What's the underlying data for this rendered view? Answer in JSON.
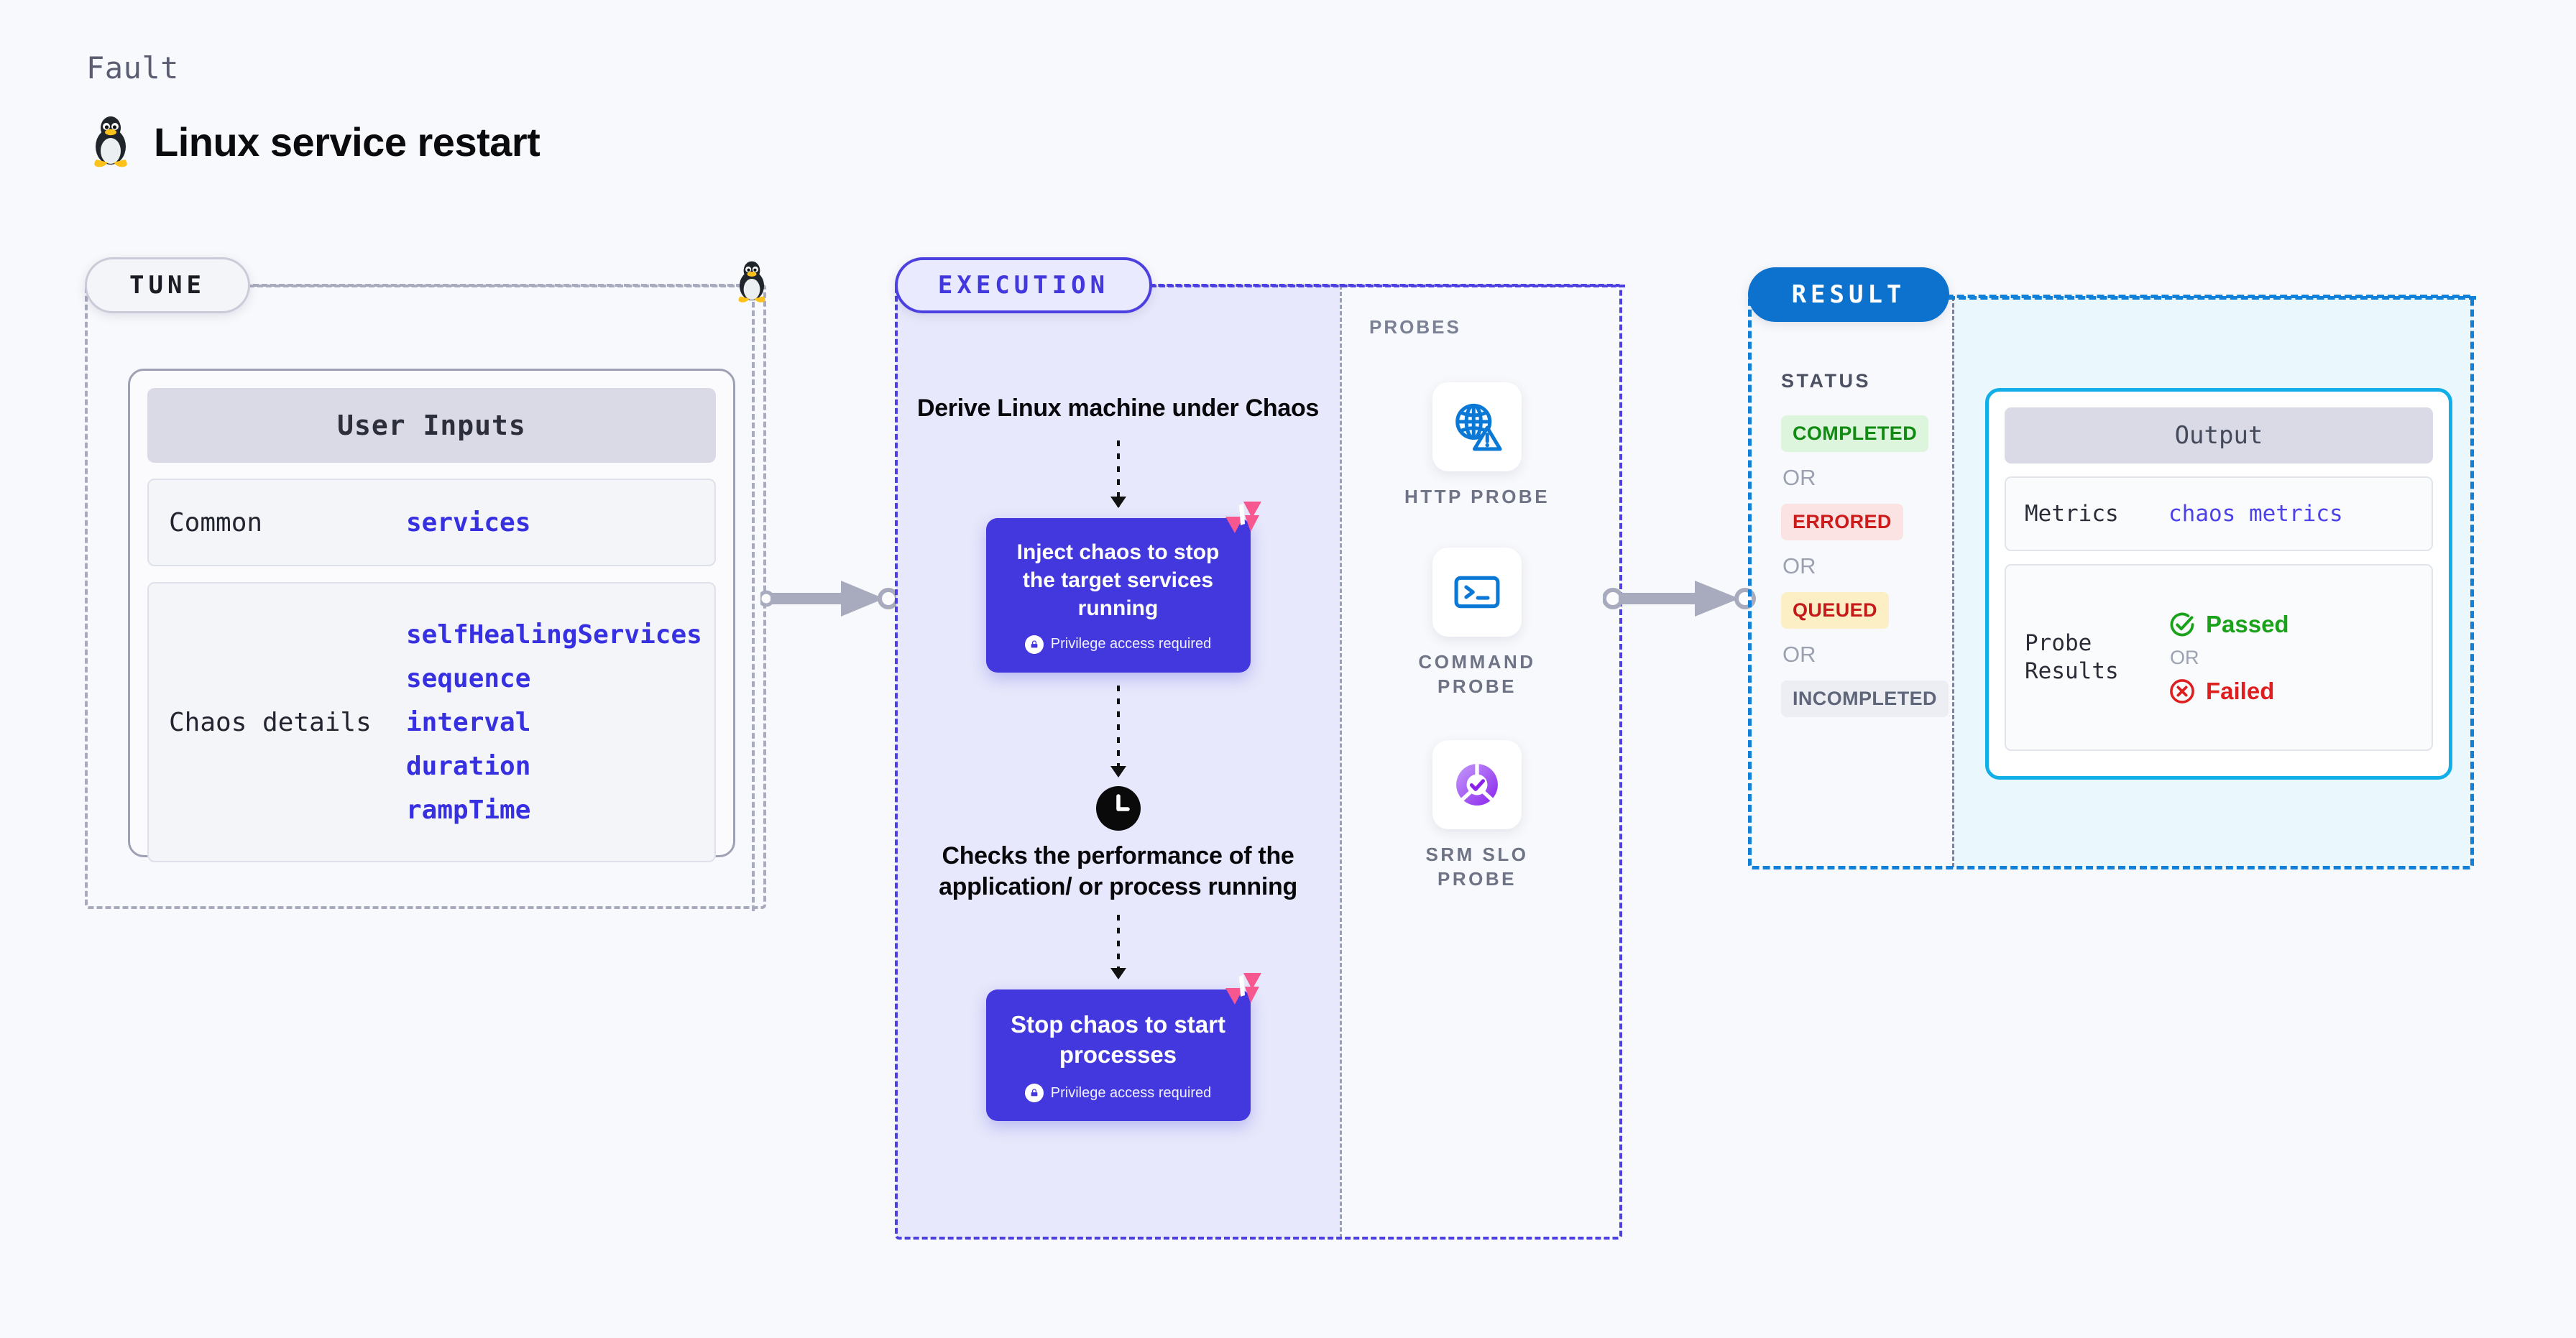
{
  "header": {
    "kicker": "Fault",
    "title": "Linux service restart",
    "icon": "linux-penguin-icon"
  },
  "tune": {
    "pill_label": "TUNE",
    "card": {
      "heading": "User Inputs",
      "rows": [
        {
          "key": "Common",
          "values": [
            "services"
          ]
        },
        {
          "key": "Chaos details",
          "values": [
            "selfHealingServices",
            "sequence",
            "interval",
            "duration",
            "rampTime"
          ]
        }
      ]
    }
  },
  "execution": {
    "pill_label": "EXECUTION",
    "steps": [
      {
        "type": "text",
        "label": "Derive Linux machine under Chaos"
      },
      {
        "type": "chaos-card",
        "label": "Inject chaos to stop the target services running",
        "note": "Privilege access required"
      },
      {
        "type": "clock",
        "label": "Checks the performance of the application/ or process running"
      },
      {
        "type": "chaos-card",
        "label": "Stop chaos to start processes",
        "note": "Privilege access required"
      }
    ]
  },
  "probes": {
    "label": "PROBES",
    "items": [
      {
        "name": "HTTP PROBE",
        "icon": "globe-warning-icon"
      },
      {
        "name": "COMMAND PROBE",
        "icon": "terminal-icon"
      },
      {
        "name": "SRM SLO PROBE",
        "icon": "slo-donut-check-icon"
      }
    ]
  },
  "result": {
    "pill_label": "RESULT",
    "status_label": "STATUS",
    "or_label": "OR",
    "statuses": [
      {
        "label": "COMPLETED",
        "kind": "completed"
      },
      {
        "label": "ERRORED",
        "kind": "errored"
      },
      {
        "label": "QUEUED",
        "kind": "queued"
      },
      {
        "label": "INCOMPLETED",
        "kind": "incompleted"
      }
    ],
    "output": {
      "heading": "Output",
      "metrics_key": "Metrics",
      "metrics_value": "chaos metrics",
      "probe_key": "Probe Results",
      "passed_label": "Passed",
      "failed_label": "Failed",
      "or_label": "OR"
    }
  },
  "colors": {
    "page_bg": "#f8f9fc",
    "tune_accent": "#a7abbd",
    "execution_accent": "#4c41e0",
    "execution_fill": "#e7e8fb",
    "result_accent": "#1180d8",
    "result_fill": "#eaf8fd",
    "chaos_card": "#4238dd",
    "link": "#3730e0",
    "harness_pink": "#f7578f",
    "passed_green": "#1aa31a",
    "failed_red": "#df1f1f"
  }
}
